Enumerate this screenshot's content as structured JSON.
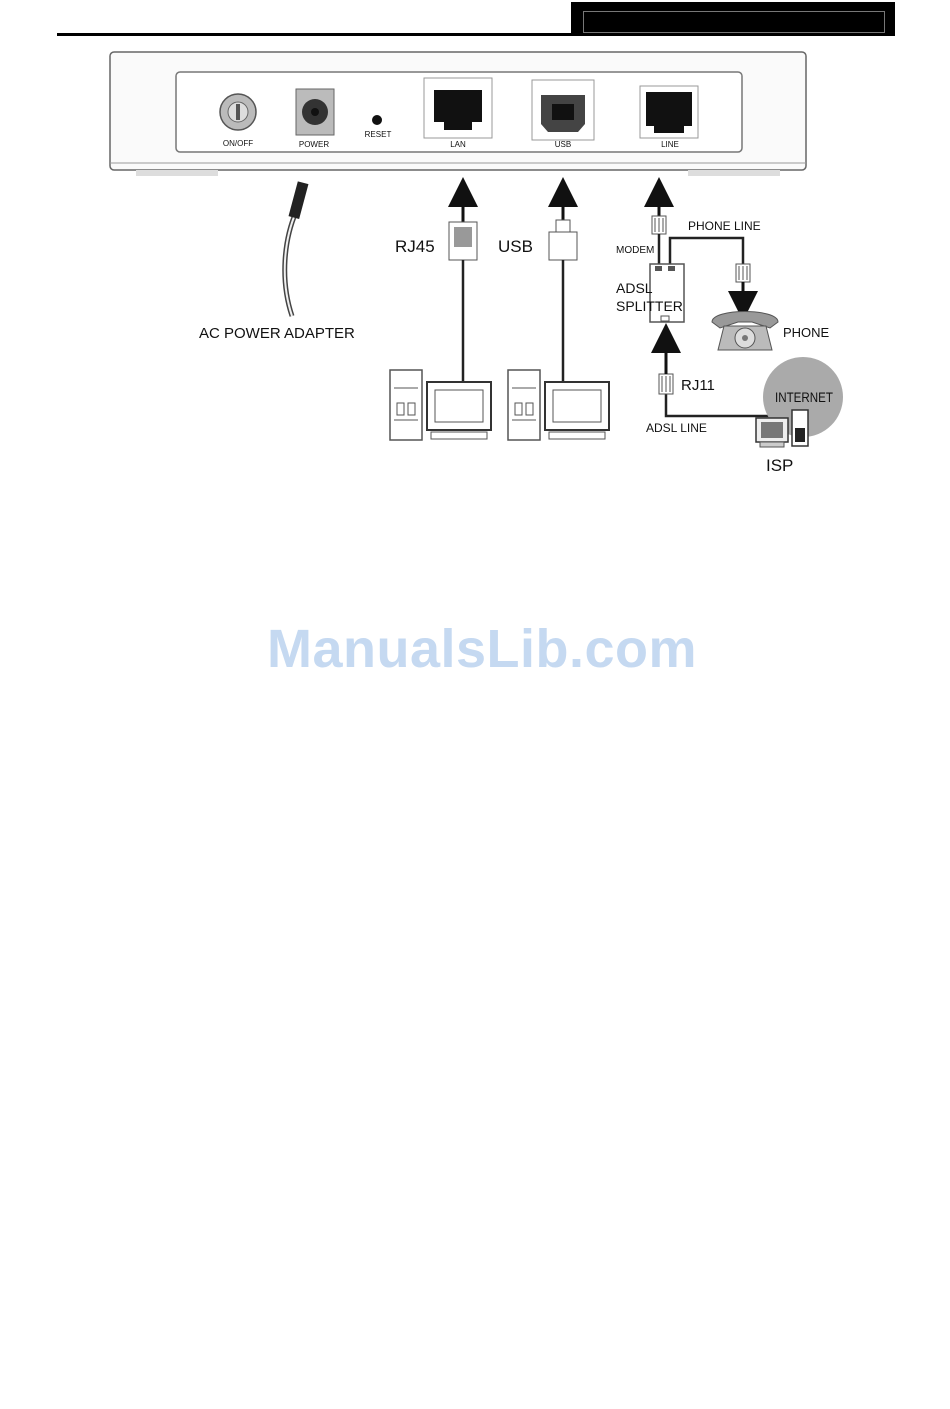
{
  "ports": {
    "on_off": "ON/OFF",
    "power": "POWER",
    "reset": "RESET",
    "lan": "LAN",
    "usb": "USB",
    "line": "LINE"
  },
  "labels": {
    "ac_adapter": "AC POWER ADAPTER",
    "rj45": "RJ45",
    "usb": "USB",
    "modem": "MODEM",
    "phone_line": "PHONE LINE",
    "adsl_splitter_1": "ADSL",
    "adsl_splitter_2": "SPLITTER",
    "phone": "PHONE",
    "rj11": "RJ11",
    "adsl_line": "ADSL LINE",
    "internet": "INTERNET",
    "isp": "ISP"
  },
  "watermark": "ManualsLib.com"
}
